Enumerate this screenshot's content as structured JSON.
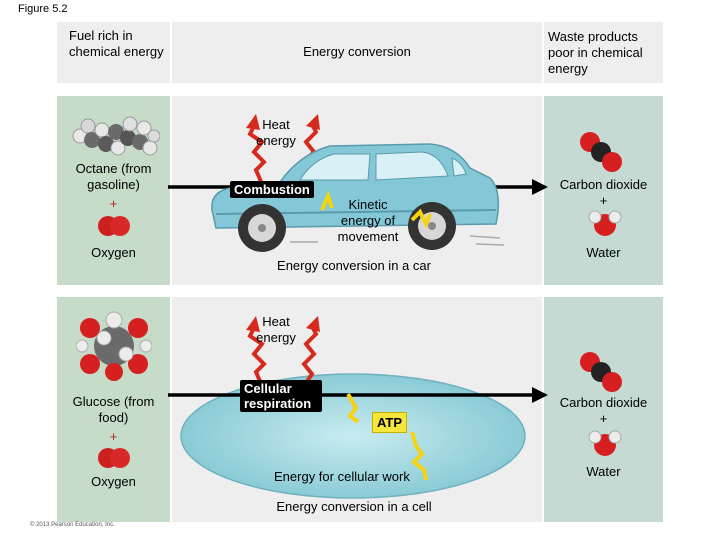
{
  "figure_label": "Figure 5.2",
  "headers": {
    "left": "Fuel rich in chemical energy",
    "middle": "Energy conversion",
    "right": "Waste products poor in chemical energy"
  },
  "car_section": {
    "input1": "Octane (from gasoline)",
    "plus1": "+",
    "input2": "Oxygen",
    "heat": "Heat energy",
    "process": "Combustion",
    "kinetic": "Kinetic energy of movement",
    "caption": "Energy conversion in a car",
    "output1": "Carbon dioxide",
    "plus2": "+",
    "output2": "Water"
  },
  "cell_section": {
    "input1": "Glucose (from food)",
    "plus1": "+",
    "input2": "Oxygen",
    "heat": "Heat energy",
    "process": "Cellular respiration",
    "atp": "ATP",
    "work": "Energy for cellular work",
    "caption": "Energy conversion in a cell",
    "output1": "Carbon dioxide",
    "plus2": "+",
    "output2": "Water"
  },
  "copyright": "© 2013 Pearson Education, Inc.",
  "colors": {
    "green_panel": "#c6dcc9",
    "grey_panel": "#eeeeee",
    "blue_panel": "#c5dad2",
    "heat_wave": "#d62a1e",
    "atp_wave": "#f5d40f",
    "cell_fill": "#9fd3dd"
  },
  "icons": [
    "octane-molecule-icon",
    "car-icon",
    "carbon-dioxide-molecule-icon",
    "water-molecule-icon",
    "glucose-molecule-icon",
    "oxygen-molecule-icon",
    "cell-icon",
    "heat-wave-icon"
  ]
}
